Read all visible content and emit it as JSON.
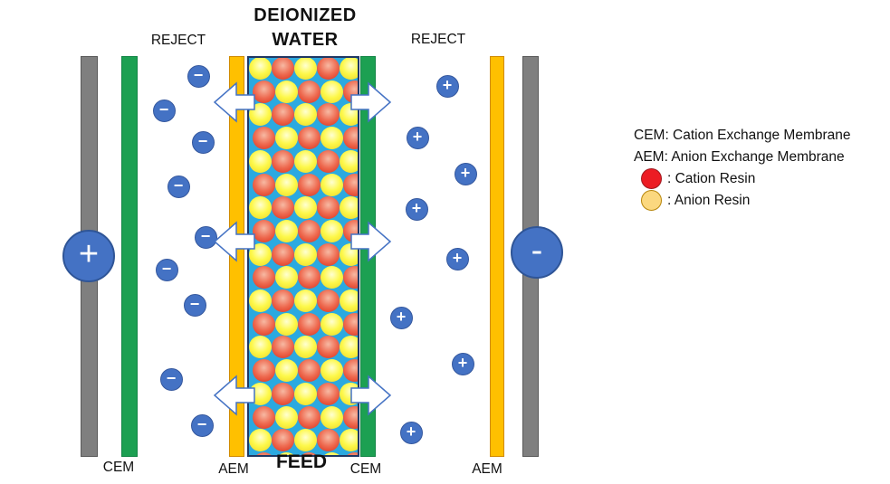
{
  "title": {
    "line1": "DEIONIZED",
    "line2": "WATER"
  },
  "labels": {
    "reject_left": "REJECT",
    "reject_right": "REJECT",
    "feed": "FEED",
    "cem_outer_left": "CEM",
    "aem_inner_left": "AEM",
    "cem_inner_right": "CEM",
    "aem_outer_right": "AEM"
  },
  "electrodes": {
    "anode_symbol": "+",
    "cathode_symbol": "-",
    "anode_pos": [
      98,
      283
    ],
    "cathode_pos": [
      593,
      279
    ]
  },
  "ions": {
    "anion_symbol": "−",
    "cation_symbol": "+",
    "anion_positions": [
      [
        219,
        84
      ],
      [
        181,
        122
      ],
      [
        224,
        157
      ],
      [
        197,
        206
      ],
      [
        227,
        262
      ],
      [
        184,
        298
      ],
      [
        215,
        337
      ],
      [
        189,
        419
      ],
      [
        223,
        470
      ]
    ],
    "cation_positions": [
      [
        494,
        95
      ],
      [
        461,
        152
      ],
      [
        514,
        192
      ],
      [
        460,
        231
      ],
      [
        505,
        286
      ],
      [
        443,
        351
      ],
      [
        511,
        402
      ],
      [
        454,
        478
      ]
    ]
  },
  "resin_bed": {
    "rows": 18,
    "cols": 5,
    "pattern": "checkerboard",
    "first_bead": "anion-yellow",
    "second_bead": "cation-red"
  },
  "flow_arrows": {
    "rows_y": [
      113,
      267,
      437
    ]
  },
  "legend": {
    "items": [
      {
        "swatch": null,
        "text": "CEM: Cation Exchange Membrane"
      },
      {
        "swatch": null,
        "text": "AEM: Anion Exchange Membrane"
      },
      {
        "swatch": "cation-resin",
        "text": ": Cation Resin"
      },
      {
        "swatch": "anion-resin",
        "text": ": Anion Resin"
      }
    ]
  },
  "colors": {
    "ion_blue": "#4472C4",
    "membrane_green": "#1CA052",
    "membrane_orange": "#FFC000",
    "electrode_gray": "#7F7F7F",
    "channel_blue": "#2BA9E0",
    "legend_red": "#EC1C24",
    "legend_yellow": "#FBD87F"
  }
}
